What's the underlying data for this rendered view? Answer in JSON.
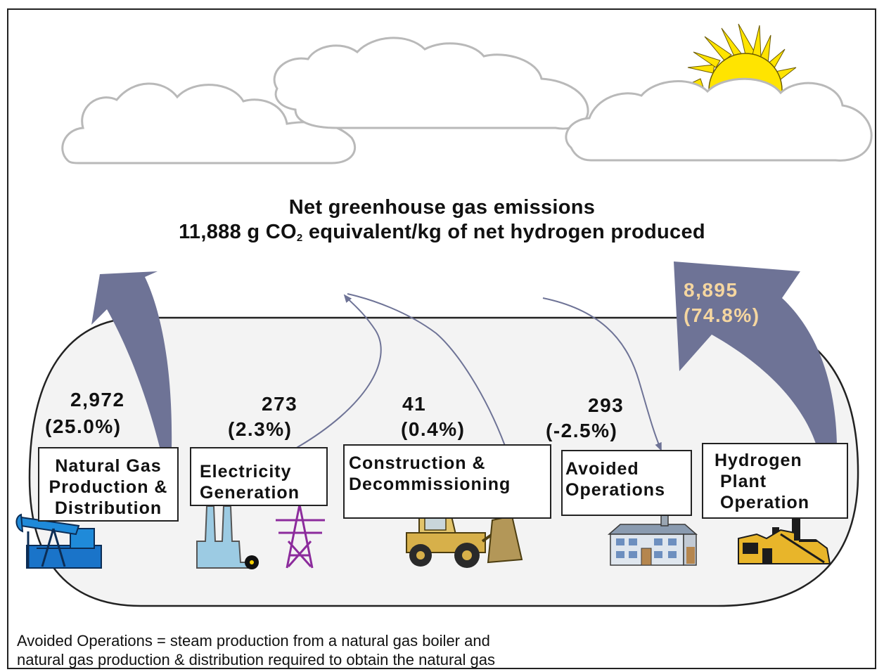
{
  "title": {
    "line1": "Net greenhouse gas emissions",
    "line2_prefix": "11,888 g CO",
    "line2_subscript": "2",
    "line2_suffix": " equivalent/kg of net hydrogen produced"
  },
  "stages": [
    {
      "label_lines": [
        "Natural Gas",
        "Production &",
        "Distribution"
      ],
      "value": "2,972",
      "share": "(25.0%)",
      "icon": "oil-pump-jack-icon"
    },
    {
      "label_lines": [
        "Electricity",
        "Generation"
      ],
      "value": "273",
      "share": "(2.3%)",
      "icon": "power-plant-and-transmission-tower-icon"
    },
    {
      "label_lines": [
        "Construction &",
        "Decommissioning"
      ],
      "value": "41",
      "share": "(0.4%)",
      "icon": "bulldozer-icon"
    },
    {
      "label_lines": [
        "Avoided",
        "Operations"
      ],
      "value": "293",
      "share": "(-2.5%)",
      "icon": "building-icon"
    },
    {
      "label_lines": [
        "Hydrogen",
        "Plant",
        "Operation"
      ],
      "value": "8,895",
      "share": "(74.8%)",
      "icon": "hydrogen-plant-icon"
    }
  ],
  "footnote": {
    "line1": "Avoided Operations = steam production from a natural gas boiler and",
    "line2": "natural gas production & distribution required to obtain the natural gas"
  },
  "colors": {
    "arrow": "#6e7396",
    "loop_fill": "#f3f3f3",
    "highlight_value": "#f5d6a0",
    "sun": "#ffe400",
    "cloud_outline": "#b9b9b9"
  },
  "decor": [
    "cloud-icon",
    "sun-icon"
  ]
}
